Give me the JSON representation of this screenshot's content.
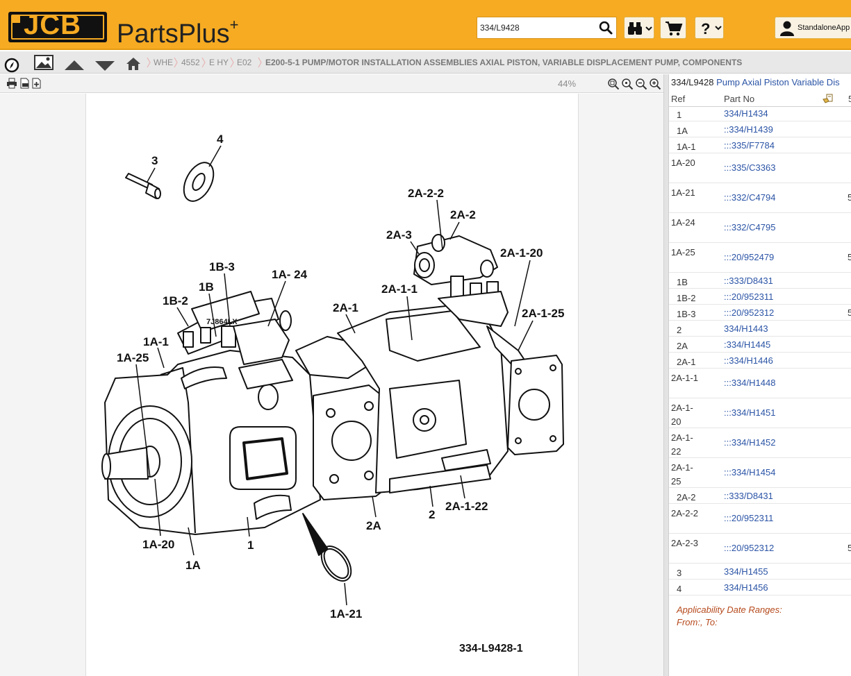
{
  "header": {
    "logo_text": "JCB",
    "brand_name": "PartsPlus",
    "brand_mark": "+",
    "search_value": "334/L9428",
    "user_label": "StandaloneApp",
    "colors": {
      "header_bg": "#f6ab23",
      "link": "#2b54a6",
      "applicability": "#b64a1c"
    }
  },
  "nav": {
    "breadcrumbs": [
      "WHE",
      "4552",
      "E HY",
      "E02"
    ],
    "current": "E200-5-1 PUMP/MOTOR INSTALLATION ASSEMBLIES AXIAL PISTON, VARIABLE DISPLACEMENT PUMP, COMPONENTS"
  },
  "toolbar": {
    "zoom": "44%"
  },
  "drawing": {
    "callouts": [
      "1",
      "1A",
      "1A-1",
      "1A-20",
      "1A-21",
      "1A- 24",
      "1A-25",
      "1B",
      "1B-2",
      "1B-3",
      "2",
      "2A",
      "2A-1",
      "2A-1-1",
      "2A-1-20",
      "2A-1-22",
      "2A-1-25",
      "2A-2",
      "2A-2-2",
      "2A-3",
      "3",
      "4"
    ],
    "marking": "7J864LX",
    "figure_id": "334-L9428-1"
  },
  "parts_panel": {
    "part_no": "334/L9428",
    "description": "Pump Axial Piston Variable Dis",
    "headers": {
      "ref": "Ref",
      "part_no": "Part No",
      "extra": "5"
    },
    "rows": [
      {
        "ref": "1",
        "part": "334/H1434",
        "extra": ""
      },
      {
        "ref": "1A",
        "part": "::334/H1439",
        "extra": ""
      },
      {
        "ref": "1A-1",
        "part": ":::335/F7784",
        "extra": ""
      },
      {
        "ref": "1A-20",
        "part": ":::335/C3363",
        "extra": ""
      },
      {
        "ref": "1A-21",
        "part": ":::332/C4794",
        "extra": "5"
      },
      {
        "ref": "1A-24",
        "part": ":::332/C4795",
        "extra": ""
      },
      {
        "ref": "1A-25",
        "part": ":::20/952479",
        "extra": "5"
      },
      {
        "ref": "1B",
        "part": "::333/D8431",
        "extra": ""
      },
      {
        "ref": "1B-2",
        "part": ":::20/952311",
        "extra": ""
      },
      {
        "ref": "1B-3",
        "part": ":::20/952312",
        "extra": "5"
      },
      {
        "ref": "2",
        "part": "334/H1443",
        "extra": ""
      },
      {
        "ref": "2A",
        "part": ":334/H1445",
        "extra": ""
      },
      {
        "ref": "2A-1",
        "part": "::334/H1446",
        "extra": ""
      },
      {
        "ref": "2A-1-1",
        "part": ":::334/H1448",
        "extra": ""
      },
      {
        "ref": "2A-1-20",
        "part": ":::334/H1451",
        "extra": ""
      },
      {
        "ref": "2A-1-22",
        "part": ":::334/H1452",
        "extra": ""
      },
      {
        "ref": "2A-1-25",
        "part": ":::334/H1454",
        "extra": ""
      },
      {
        "ref": "2A-2",
        "part": "::333/D8431",
        "extra": ""
      },
      {
        "ref": "2A-2-2",
        "part": ":::20/952311",
        "extra": ""
      },
      {
        "ref": "2A-2-3",
        "part": ":::20/952312",
        "extra": "5"
      },
      {
        "ref": "3",
        "part": "334/H1455",
        "extra": ""
      },
      {
        "ref": "4",
        "part": "334/H1456",
        "extra": ""
      }
    ],
    "applicability_title": "Applicability Date Ranges:",
    "applicability_range": "From:, To:"
  }
}
